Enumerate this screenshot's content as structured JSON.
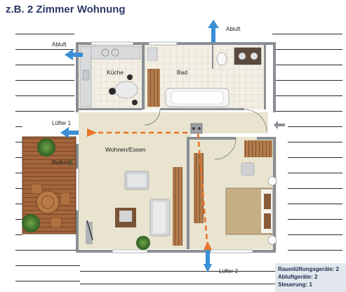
{
  "title": "z.B. 2 Zimmer Wohnung",
  "labels": {
    "abluft_top": "Abluft",
    "abluft_left": "Abluft",
    "luefter1": "Lüfter 1",
    "luefter2": "Lüfter 2"
  },
  "rooms": {
    "kitchen": "Küche",
    "bath": "Bad",
    "living": "Wohnen/Essen",
    "balcony": "Balkon"
  },
  "info": {
    "line1": "Raumlüftungsgeräte: 2",
    "line2": "Abluftgeräte: 2",
    "line3": "Steuerung: 1"
  },
  "colors": {
    "title": "#2b3a67",
    "arrow_blue": "#3a8fd6",
    "airflow_orange": "#e8742a",
    "wall": "#8a8f95",
    "floor_tile": "#efe9d8",
    "parquet": "#b07a4a",
    "balcony_deck": "#a3653c",
    "furniture_gray": "#cfd1d4",
    "info_bg": "#e2e8ee"
  }
}
